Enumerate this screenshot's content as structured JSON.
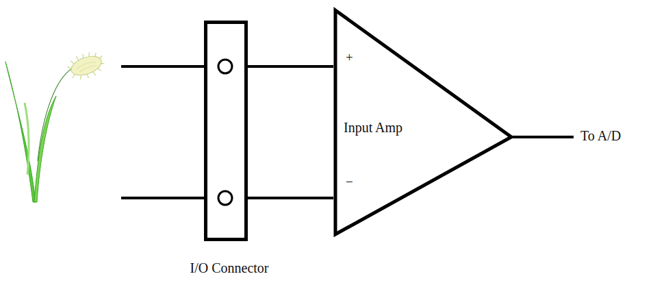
{
  "diagram": {
    "nodes": [
      {
        "text": [
          "I/O Connector"
        ]
      },
      {
        "text": [
          "+",
          "Input Amp",
          "−"
        ]
      }
    ],
    "edges": [
      {
        "from": 0,
        "to": 1,
        "arrow": "none"
      },
      {
        "from": 0,
        "to": 1,
        "arrow": "none"
      }
    ],
    "labels": [
      "To A/D"
    ]
  }
}
